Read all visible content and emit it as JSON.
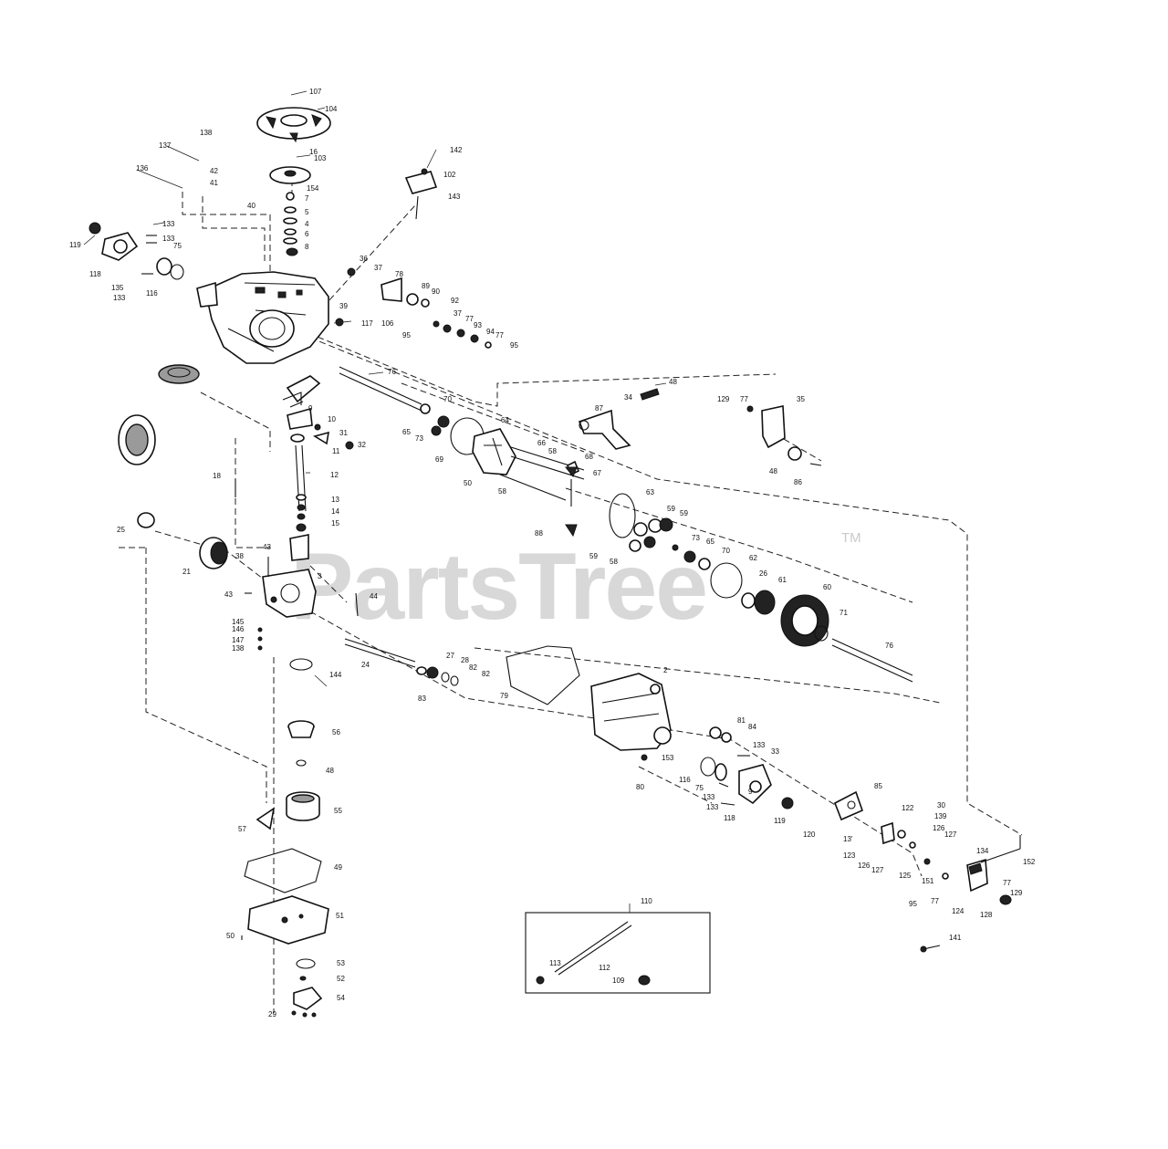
{
  "watermark": {
    "brand": "PartsTree",
    "trademark": "TM"
  },
  "callouts": {
    "107": "107",
    "104": "104",
    "103": "103",
    "138": "138",
    "137": "137",
    "136": "136",
    "41": "41",
    "42": "42",
    "40": "40",
    "16": "16",
    "154": "154",
    "7": "7",
    "5": "5",
    "4": "4",
    "6": "6",
    "8": "8",
    "102": "102",
    "143": "143",
    "142": "142",
    "119": "119",
    "133": "133",
    "75": "75",
    "118": "118",
    "135": "135",
    "116": "116",
    "36": "36",
    "37": "37",
    "78": "78",
    "89": "89",
    "90": "90",
    "92": "92",
    "117": "117",
    "106": "106",
    "93": "93",
    "94": "94",
    "95": "95",
    "77": "77",
    "39": "39",
    "76": "76",
    "70": "70",
    "65": "65",
    "73": "73",
    "69": "69",
    "64": "64",
    "66": "66",
    "58": "58",
    "68": "68",
    "67": "67",
    "50": "50",
    "87": "87",
    "34": "34",
    "48": "48",
    "129": "129",
    "35": "35",
    "86": "86",
    "9": "9",
    "10": "10",
    "31": "31",
    "32": "32",
    "11": "11",
    "12": "12",
    "13": "13",
    "14": "14",
    "15": "15",
    "18": "18",
    "25": "25",
    "21": "21",
    "38": "38",
    "43": "43",
    "3": "3",
    "45": "45",
    "44": "44",
    "145": "145",
    "146": "146",
    "147": "147",
    "63": "63",
    "59": "59",
    "88": "88",
    "62": "62",
    "26": "26",
    "61": "61",
    "60": "60",
    "71": "71",
    "24": "24",
    "27": "27",
    "28": "28",
    "82": "82",
    "83": "83",
    "144": "144",
    "56": "56",
    "79": "79",
    "2": "2",
    "81": "81",
    "84": "84",
    "33": "33",
    "153": "153",
    "80": "80",
    "49": "49",
    "55": "55",
    "57": "57",
    "85": "85",
    "30": "30",
    "122": "122",
    "139": "139",
    "126": "126",
    "127": "127",
    "120": "120",
    "13p": "13'",
    "123": "123",
    "128": "128",
    "125": "125",
    "134": "134",
    "152": "152",
    "151": "151",
    "124": "124",
    "46": "46",
    "51": "51",
    "53": "53",
    "52": "52",
    "54": "54",
    "29": "29",
    "110": "110",
    "113": "113",
    "112": "112",
    "109": "109",
    "141": "141"
  }
}
